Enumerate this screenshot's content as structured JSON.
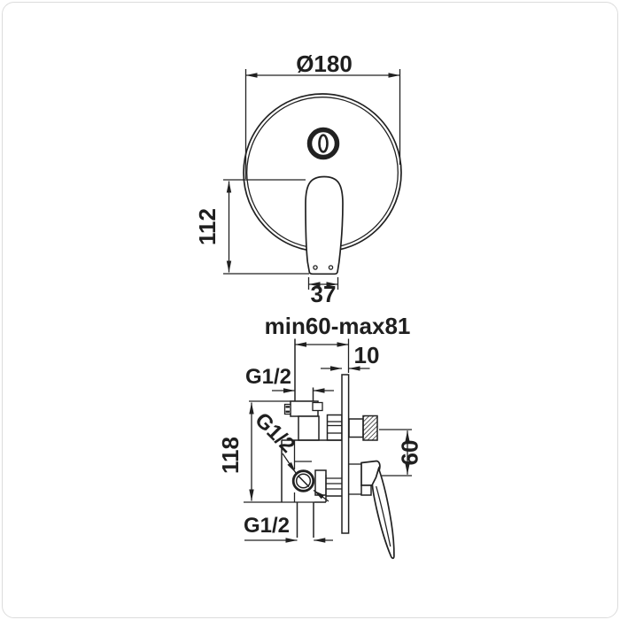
{
  "drawing": {
    "type": "technical-dimension-drawing",
    "subject": "concealed shower mixer valve, front view and side installation section",
    "front_view": {
      "diameter": "Ø180",
      "lever_length": "112",
      "lever_width": "37"
    },
    "side_view": {
      "mount_depth": "min60-max81",
      "plate_thickness": "10",
      "top_port_thread": "G1/2",
      "side_port_thread": "G1/2",
      "bottom_port_thread": "G1/2",
      "port_distance": "118",
      "outlet_distance": "60"
    }
  },
  "colors": {
    "line": "#212121",
    "text": "#1f1f1f",
    "background": "#ffffff",
    "frame": "#dcdcdc"
  }
}
